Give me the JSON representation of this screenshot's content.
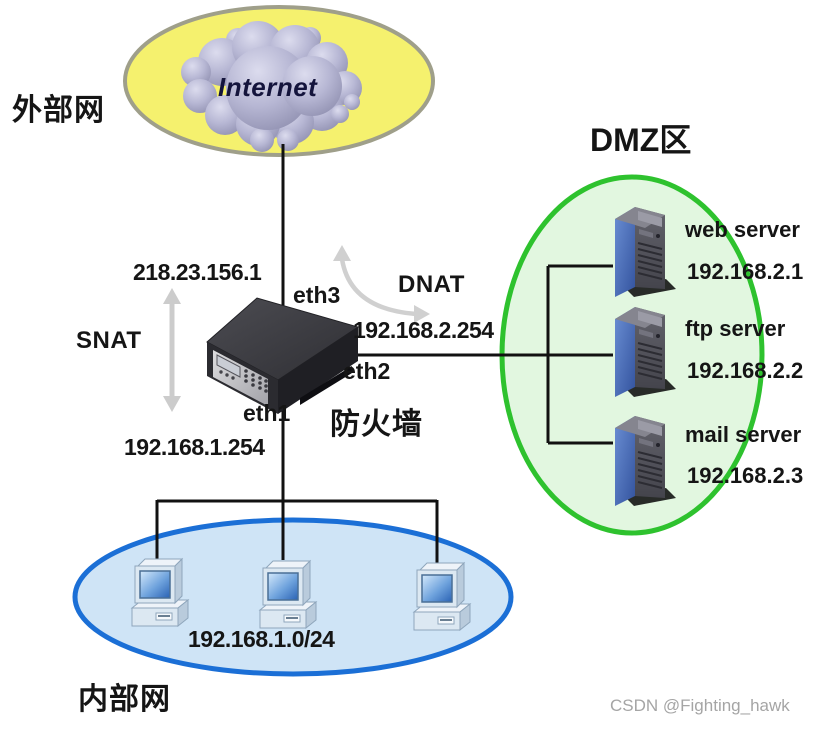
{
  "external_network": {
    "zone_label": "外部网",
    "cloud_label": "Internet"
  },
  "firewall": {
    "device_label": "防火墙",
    "public_ip": "218.23.156.1",
    "snat_label": "SNAT",
    "dnat_label": "DNAT",
    "interfaces": {
      "eth1": {
        "name": "eth1",
        "ip": "192.168.1.254"
      },
      "eth2": {
        "name": "eth2",
        "ip": "192.168.2.254"
      },
      "eth3": {
        "name": "eth3"
      }
    }
  },
  "dmz": {
    "zone_label": "DMZ区",
    "servers": [
      {
        "name": "web server",
        "ip": "192.168.2.1"
      },
      {
        "name": "ftp server",
        "ip": "192.168.2.2"
      },
      {
        "name": "mail server",
        "ip": "192.168.2.3"
      }
    ]
  },
  "internal_network": {
    "zone_label": "内部网",
    "subnet": "192.168.1.0/24"
  },
  "watermark": "CSDN @Fighting_hawk",
  "colors": {
    "external_zone_fill": "#f5f16e",
    "external_zone_border": "#9f9f8a",
    "dmz_zone_fill": "#e2f7e0",
    "dmz_zone_border": "#2ec22e",
    "internal_zone_fill": "#cfe4f6",
    "internal_zone_border": "#1b6fd6",
    "link_line": "#111111",
    "nat_arrow": "#cccccc"
  }
}
